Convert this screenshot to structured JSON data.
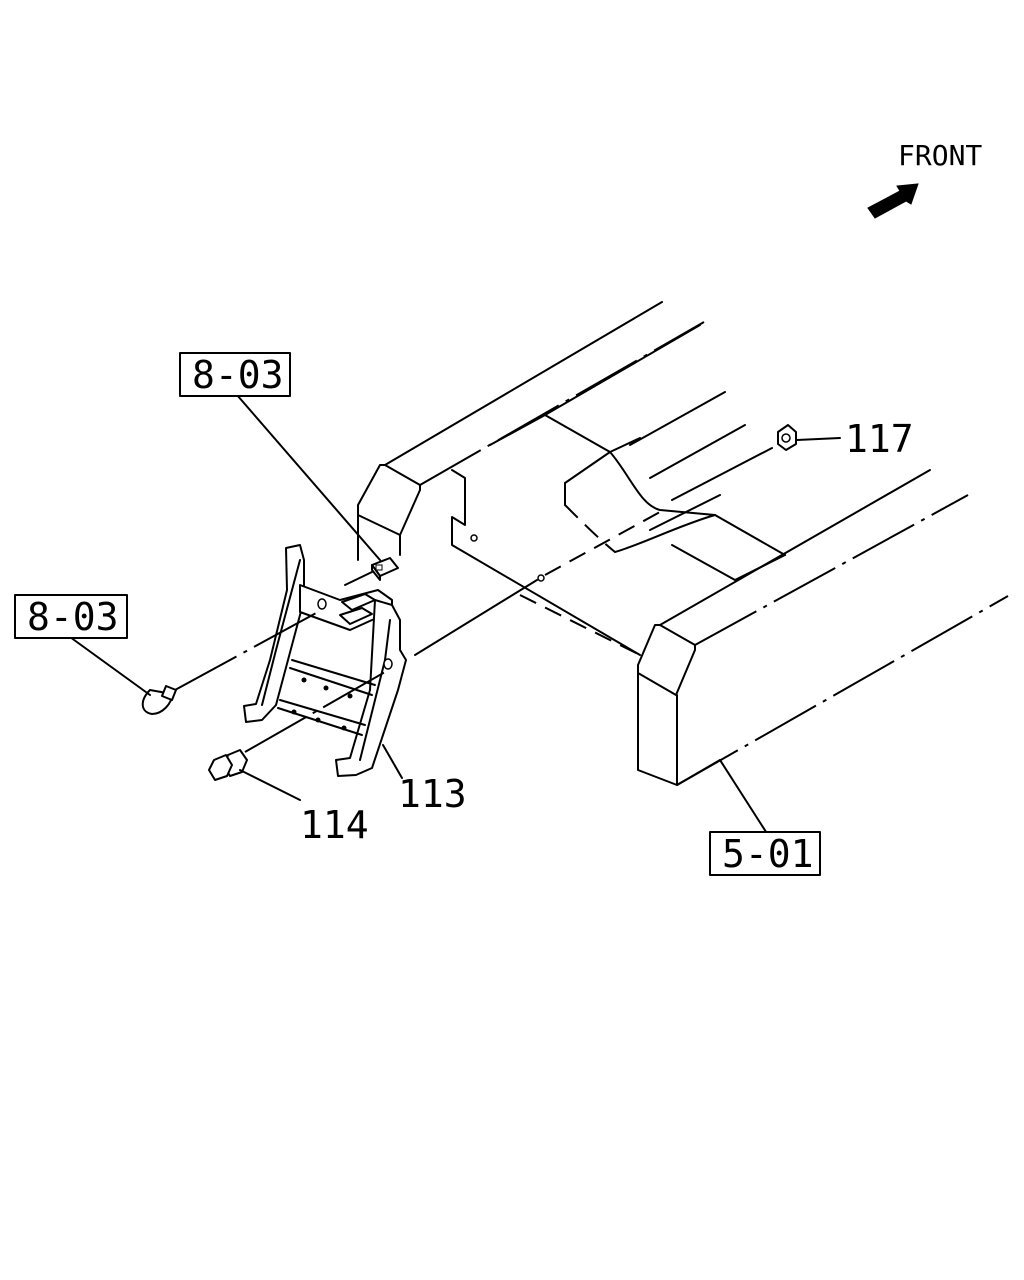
{
  "orientation_label": "FRONT",
  "callouts": {
    "ref_top_left": "8-03",
    "ref_left": "8-03",
    "ref_frame": "5-01",
    "part_nut": "117",
    "part_bracket": "113",
    "part_bolt": "114"
  },
  "icons": {
    "direction": "arrow-icon"
  }
}
